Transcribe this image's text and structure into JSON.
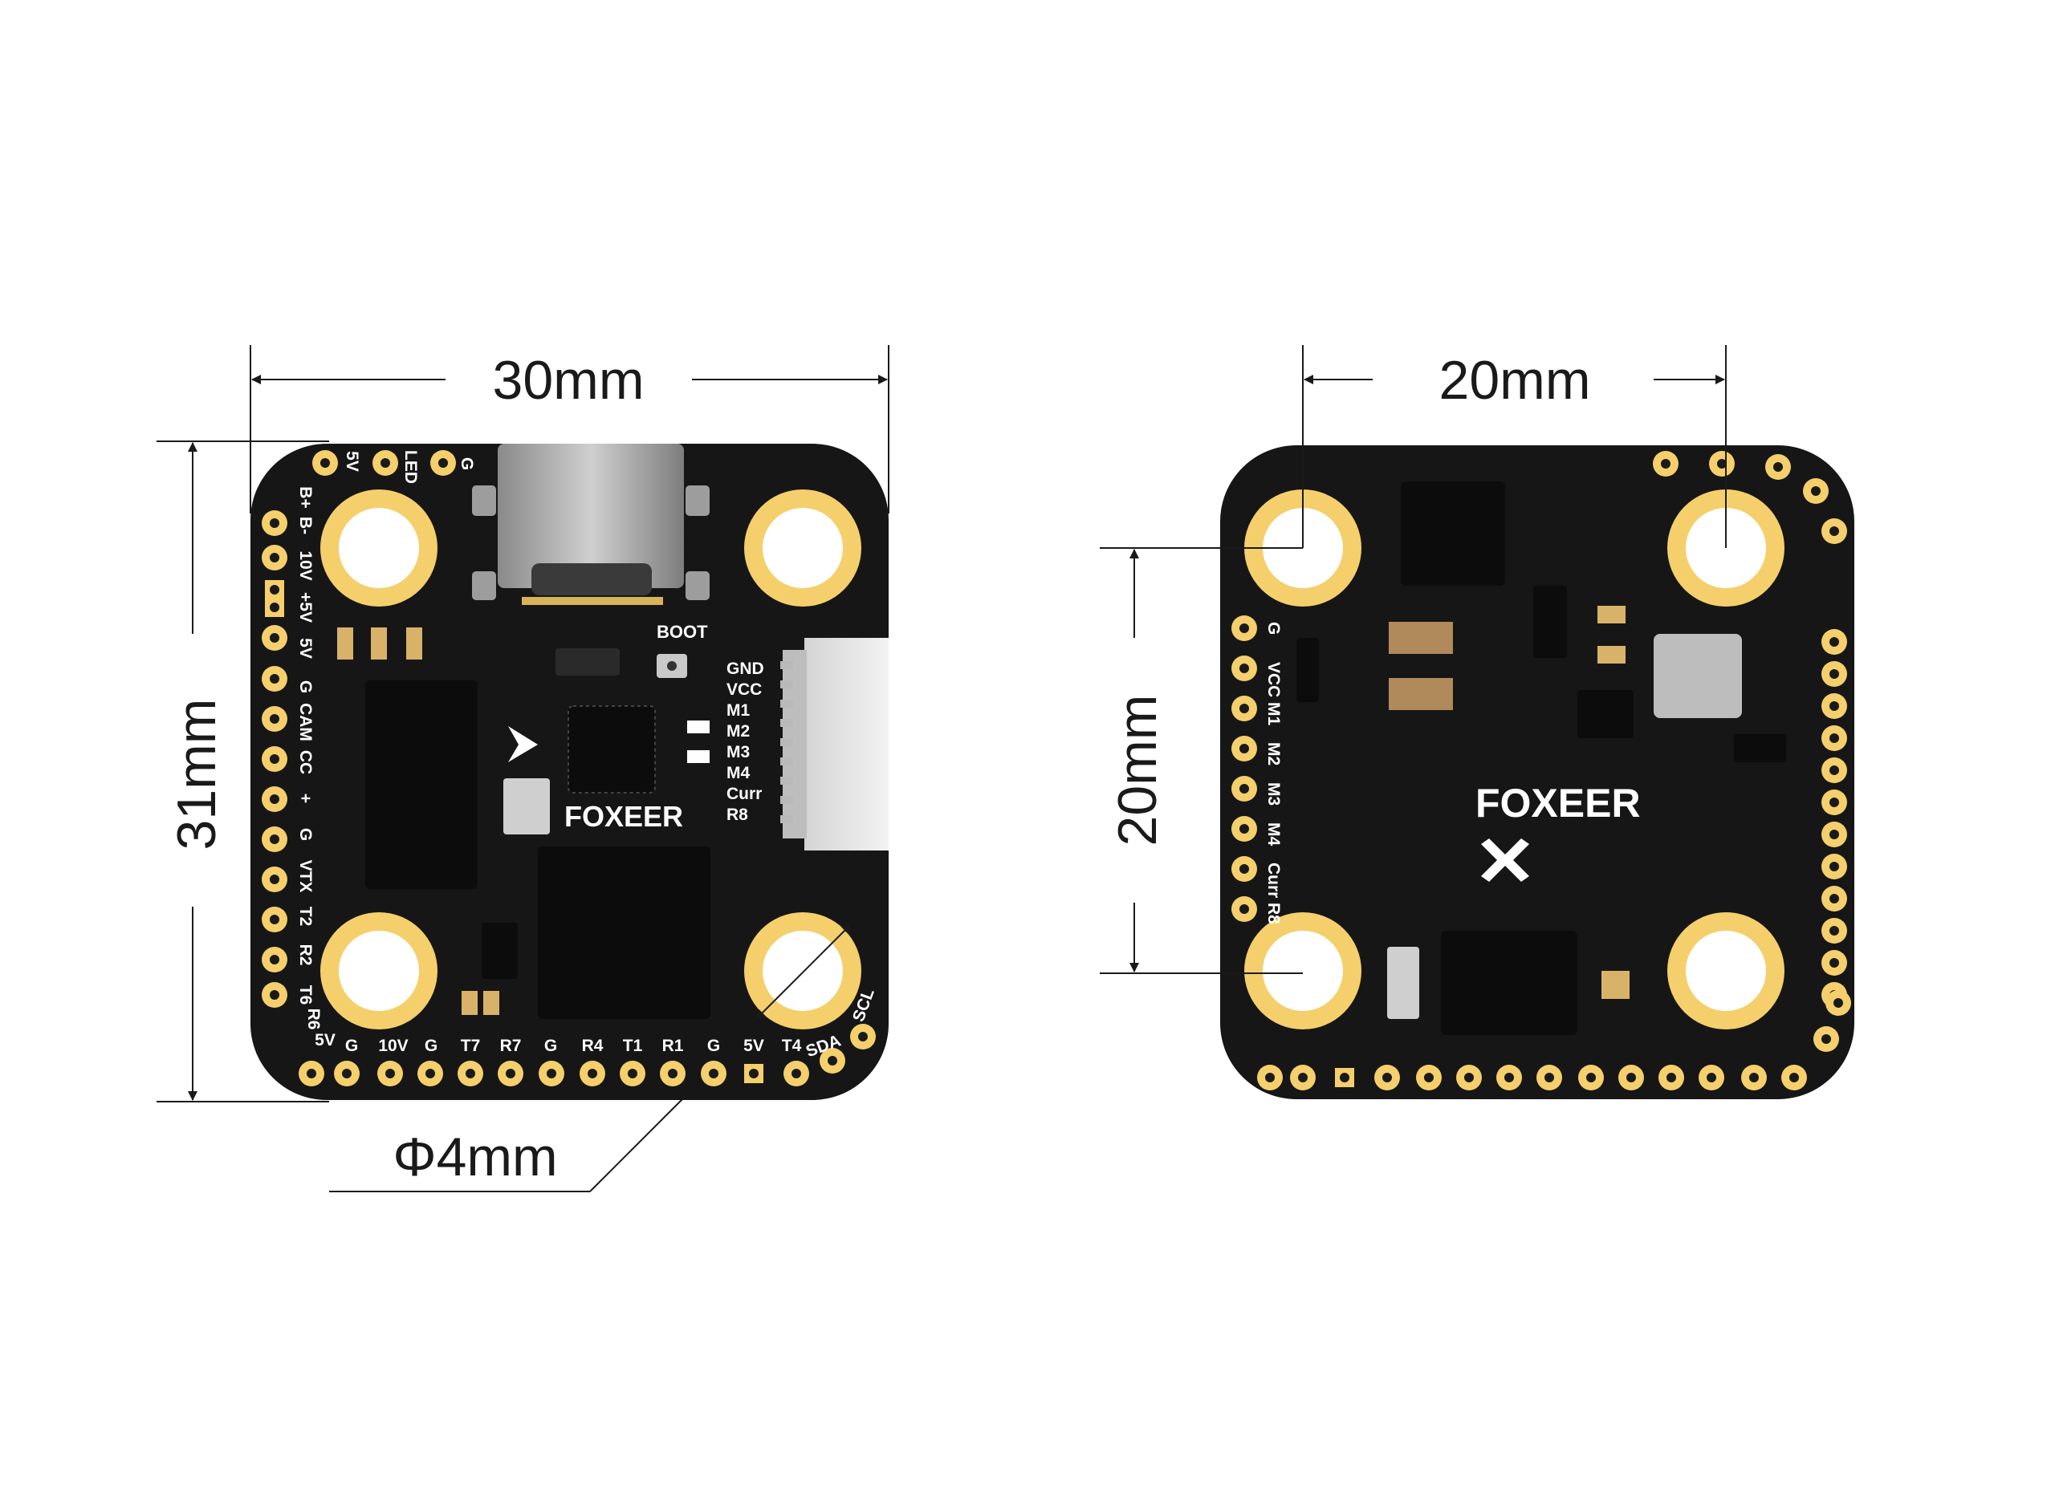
{
  "dimensions": {
    "width_outer": "30mm",
    "height_outer": "31mm",
    "hole_diameter": "Φ4mm",
    "mount_width": "20mm",
    "mount_height": "20mm"
  },
  "board_front": {
    "brand": "FOXEER",
    "boot_label": "BOOT",
    "top_labels": [
      "5V",
      "LED",
      "G"
    ],
    "left_labels": [
      "B+",
      "B-",
      "10V",
      "+5V",
      "5V",
      "G",
      "CAM",
      "CC",
      "+",
      "G",
      "VTX",
      "T2",
      "R2",
      "T6",
      "R6"
    ],
    "bottom_labels": [
      "5V",
      "G",
      "10V",
      "G",
      "T7",
      "R7",
      "G",
      "R4",
      "T1",
      "R1",
      "G",
      "5V",
      "T4",
      "SDA",
      "SCL"
    ],
    "connector_labels": [
      "GND",
      "VCC",
      "M1",
      "M2",
      "M3",
      "M4",
      "Curr",
      "R8"
    ]
  },
  "board_back": {
    "brand": "FOXEER",
    "side_labels": [
      "G",
      "VCC",
      "M1",
      "M2",
      "M3",
      "M4",
      "Curr",
      "R8"
    ]
  },
  "colors": {
    "pcb": "#161616",
    "gold": "#f4cf6c",
    "dimension_line": "#1a1a1a"
  }
}
